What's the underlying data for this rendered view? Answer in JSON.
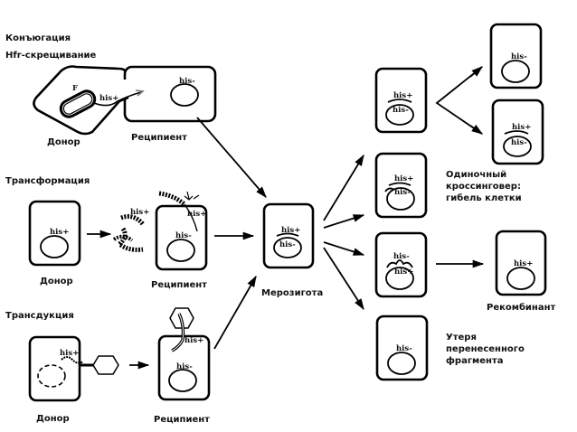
{
  "sections": {
    "conjugation": {
      "title": "Конъюгация",
      "subtitle": "Hfr-скрещивание",
      "donor_label": "Донор",
      "recipient_label": "Реципиент",
      "plasmid_label": "F",
      "donor_gene": "his+",
      "recipient_gene": "his-"
    },
    "transformation": {
      "title": "Трансформация",
      "donor_label": "Донор",
      "recipient_label": "Реципиент",
      "donor_gene": "his+",
      "free_dna_gene": "his+",
      "entering_gene": "his+",
      "recipient_gene": "his-"
    },
    "transduction": {
      "title": "Трансдукция",
      "donor_label": "Донор",
      "recipient_label": "Реципиент",
      "donor_gene": "his+",
      "entering_gene": "his+",
      "recipient_gene": "his-"
    }
  },
  "merozygote": {
    "label": "Мерозигота",
    "fragment_gene": "his+",
    "chromosome_gene": "his-"
  },
  "outcomes": {
    "merozygote_copy": {
      "fragment_gene": "his+",
      "chromosome_gene": "his-"
    },
    "split_top": {
      "chromosome_gene": "his-"
    },
    "split_bottom": {
      "fragment_gene": "his+",
      "chromosome_gene": "his-"
    },
    "single_crossover": {
      "fragment_gene": "his+",
      "chromosome_gene": "his-",
      "label_lines": [
        "Одиночный",
        "кроссинговер:",
        "гибель клетки"
      ]
    },
    "double_crossover": {
      "fragment_gene": "his-",
      "chromosome_gene": "his+"
    },
    "recombinant": {
      "chromosome_gene": "his+",
      "label": "Рекомбинант"
    },
    "fragment_loss": {
      "chromosome_gene": "his-",
      "label_lines": [
        "Утеря",
        "перенесенного",
        "фрагмента"
      ]
    }
  }
}
